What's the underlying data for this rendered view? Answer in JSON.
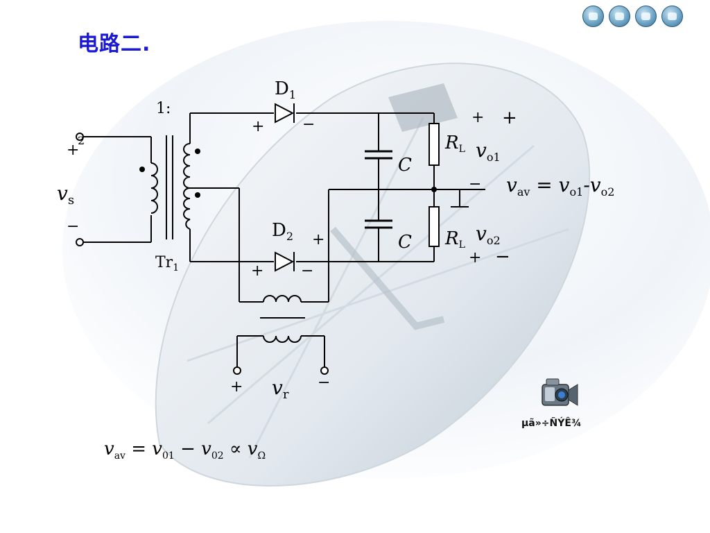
{
  "slide": {
    "title": "电路二.",
    "colors": {
      "title": "#1a1ad6",
      "line": "#000000"
    }
  },
  "nav": {
    "buttons": [
      {
        "name": "first-slide-icon"
      },
      {
        "name": "prev-slide-icon"
      },
      {
        "name": "home-icon"
      },
      {
        "name": "next-slide-icon"
      }
    ]
  },
  "circuit": {
    "labels": {
      "d1": "D",
      "d1_sub": "1",
      "d2": "D",
      "d2_sub": "2",
      "ratio": "1:",
      "plus": "+",
      "minus": "−",
      "rl": "R",
      "rl_sub": "L",
      "cap": "C",
      "vs": "v",
      "vs_sub": "s",
      "tr": "Tr",
      "tr_sub": "1",
      "vo1": "v",
      "vo1_sub": "o1",
      "vo2": "v",
      "vo2_sub": "o2",
      "vr": "v",
      "vr_sub": "r",
      "vav_eq": "v",
      "vav_sub": "av",
      "vav_rhs": " = v",
      "vav_rhs_sub1": "o1",
      "vav_rhs_mid": "-v",
      "vav_rhs_sub2": "o2",
      "small_num": "2"
    }
  },
  "video_icon": {
    "label": "µã»÷ÑÝÊ¾"
  },
  "bottom_formula": {
    "v": "v",
    "sub_av": "av",
    "eq": " = v",
    "sub_01": "01",
    "minus": " − v",
    "sub_02": "02",
    "prop": " ∝ v",
    "sub_omega": "Ω"
  }
}
